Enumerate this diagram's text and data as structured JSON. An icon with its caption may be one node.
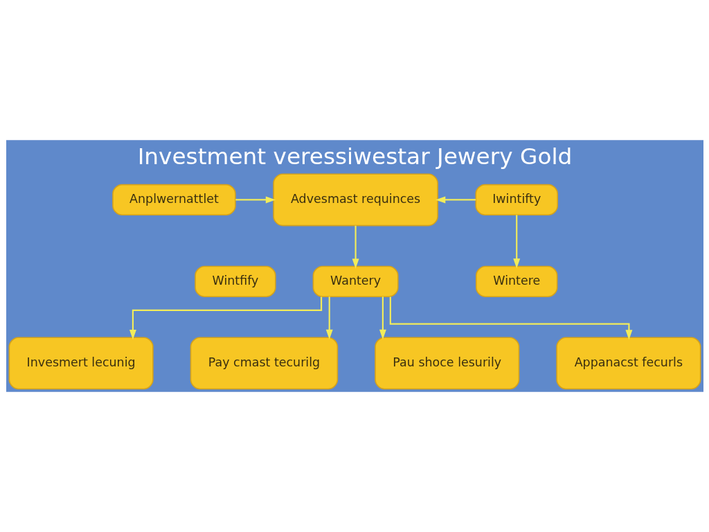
{
  "diagram": {
    "title": "Investment veressiwestar Jewery Gold",
    "nodes": [
      {
        "text": [
          "Anplwernattlet"
        ]
      },
      {
        "text": [
          "Advesmast requinces"
        ]
      },
      {
        "text": [
          "Iwintifty"
        ]
      },
      {
        "text": [
          "Wintfify"
        ]
      },
      {
        "text": [
          "Wantery"
        ]
      },
      {
        "text": [
          "Wintere"
        ]
      },
      {
        "text": [
          "Invesmert lecunig"
        ]
      },
      {
        "text": [
          "Pay cmast tecurilg"
        ]
      },
      {
        "text": [
          "Pau shoce lesurily"
        ]
      },
      {
        "text": [
          "Appanacst fecurls"
        ]
      }
    ],
    "edges": [
      {
        "from": 0,
        "to": 1,
        "arrow": "to"
      },
      {
        "from": 2,
        "to": 1,
        "arrow": "to"
      },
      {
        "from": 1,
        "to": 4,
        "arrow": "to"
      },
      {
        "from": 2,
        "to": 5,
        "arrow": "to"
      },
      {
        "from": 4,
        "to": 6,
        "arrow": "to"
      },
      {
        "from": 4,
        "to": 7,
        "arrow": "to"
      },
      {
        "from": 4,
        "to": 8,
        "arrow": "to"
      },
      {
        "from": 4,
        "to": 9,
        "arrow": "to"
      }
    ]
  }
}
